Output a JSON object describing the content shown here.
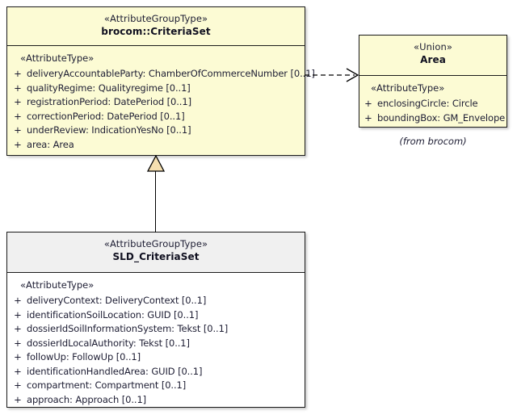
{
  "diagram": {
    "type": "uml-class-diagram",
    "background": "#ffffff",
    "accent_fill": "#fcfbd4",
    "header_grey": "#f0f0f0",
    "line_color": "#000000",
    "arrow_fill": "#f5dfb0"
  },
  "classes": [
    {
      "id": "criteriaset",
      "stereotype": "«AttributeGroupType»",
      "name": "brocom::CriteriaSet",
      "compartment_stereotype": "«AttributeType»",
      "attributes": [
        {
          "visibility": "+",
          "text": "deliveryAccountableParty: ChamberOfCommerceNumber [0..1]"
        },
        {
          "visibility": "+",
          "text": "qualityRegime: Qualityregime [0..1]"
        },
        {
          "visibility": "+",
          "text": "registrationPeriod: DatePeriod [0..1]"
        },
        {
          "visibility": "+",
          "text": "correctionPeriod: DatePeriod [0..1]"
        },
        {
          "visibility": "+",
          "text": "underReview: IndicationYesNo [0..1]"
        },
        {
          "visibility": "+",
          "text": "area: Area"
        }
      ]
    },
    {
      "id": "area",
      "stereotype": "«Union»",
      "name": "Area",
      "compartment_stereotype": "«AttributeType»",
      "attributes": [
        {
          "visibility": "+",
          "text": "enclosingCircle: Circle"
        },
        {
          "visibility": "+",
          "text": "boundingBox: GM_Envelope"
        }
      ],
      "note": "(from brocom)"
    },
    {
      "id": "sld",
      "stereotype": "«AttributeGroupType»",
      "name": "SLD_CriteriaSet",
      "compartment_stereotype": "«AttributeType»",
      "attributes": [
        {
          "visibility": "+",
          "text": "deliveryContext: DeliveryContext [0..1]"
        },
        {
          "visibility": "+",
          "text": "identificationSoilLocation: GUID [0..1]"
        },
        {
          "visibility": "+",
          "text": "dossierIdSoilInformationSystem: Tekst [0..1]"
        },
        {
          "visibility": "+",
          "text": "dossierIdLocalAuthority: Tekst [0..1]"
        },
        {
          "visibility": "+",
          "text": "followUp: FollowUp [0..1]"
        },
        {
          "visibility": "+",
          "text": "identificationHandledArea: GUID [0..1]"
        },
        {
          "visibility": "+",
          "text": "compartment: Compartment [0..1]"
        },
        {
          "visibility": "+",
          "text": "approach: Approach [0..1]"
        }
      ]
    }
  ],
  "connectors": [
    {
      "id": "generalization",
      "kind": "generalization",
      "from": "SLD_CriteriaSet",
      "to": "brocom::CriteriaSet",
      "style": "solid-line-hollow-triangle"
    },
    {
      "id": "dependency",
      "kind": "dependency",
      "from": "brocom::CriteriaSet",
      "to": "Area",
      "style": "dashed-line-open-arrow"
    }
  ]
}
